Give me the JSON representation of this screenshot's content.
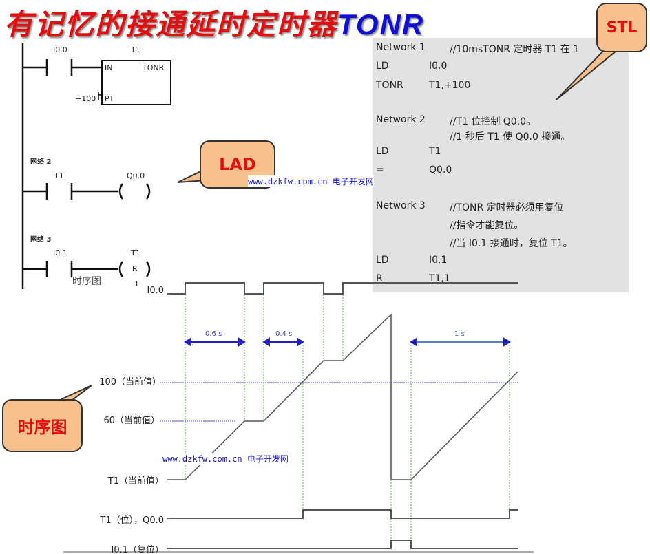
{
  "title": {
    "main": "有记忆的接通延时定时器",
    "suffix": "TONR"
  },
  "callouts": {
    "stl": "STL",
    "lad": "LAD",
    "timing": "时序图"
  },
  "stl": [
    {
      "op": "Network 1",
      "arg": "//10msTONR 定时器 T1 在 1"
    },
    {
      "op": "LD",
      "arg": "I0.0"
    },
    {
      "op": "TONR",
      "arg": "T1,+100"
    },
    {
      "op": "Network 2",
      "arg": "//T1 位控制 Q0.0。"
    },
    {
      "op": "",
      "arg": "//1 秒后 T1 使 Q0.0 接通。"
    },
    {
      "op": "LD",
      "arg": "T1"
    },
    {
      "op": "=",
      "arg": "Q0.0"
    },
    {
      "op": "Network 3",
      "arg": "//TONR 定时器必须用复位"
    },
    {
      "op": "",
      "arg": "//指令才能复位。"
    },
    {
      "op": "",
      "arg": "//当 I0.1 接通时，复位 T1。"
    },
    {
      "op": "LD",
      "arg": "I0.1"
    },
    {
      "op": "R",
      "arg": "T1,1"
    }
  ],
  "lad": {
    "n1": {
      "contact": "I0.0",
      "timer": "T1",
      "in": "IN",
      "type": "TONR",
      "pt": "PT",
      "preset": "+100"
    },
    "n2": {
      "label": "网络 2",
      "contact": "T1",
      "coil": "Q0.0"
    },
    "n3": {
      "label": "网络 3",
      "contact": "I0.1",
      "coil_addr": "T1",
      "coil_type": "R",
      "count": "1"
    },
    "overlay": "时序图"
  },
  "timing": {
    "signals": {
      "i00": "I0.0",
      "v100": "100（当前值）",
      "v60": "60（当前值）",
      "t1cur": "T1（当前值）",
      "t1bit": "T1（位），Q0.0",
      "i01": "I0.1（复位）"
    },
    "durations": [
      "0.6 s",
      "0.4 s",
      "1 s"
    ]
  },
  "watermark": "www.dzkfw.com.cn 电子开发网"
}
